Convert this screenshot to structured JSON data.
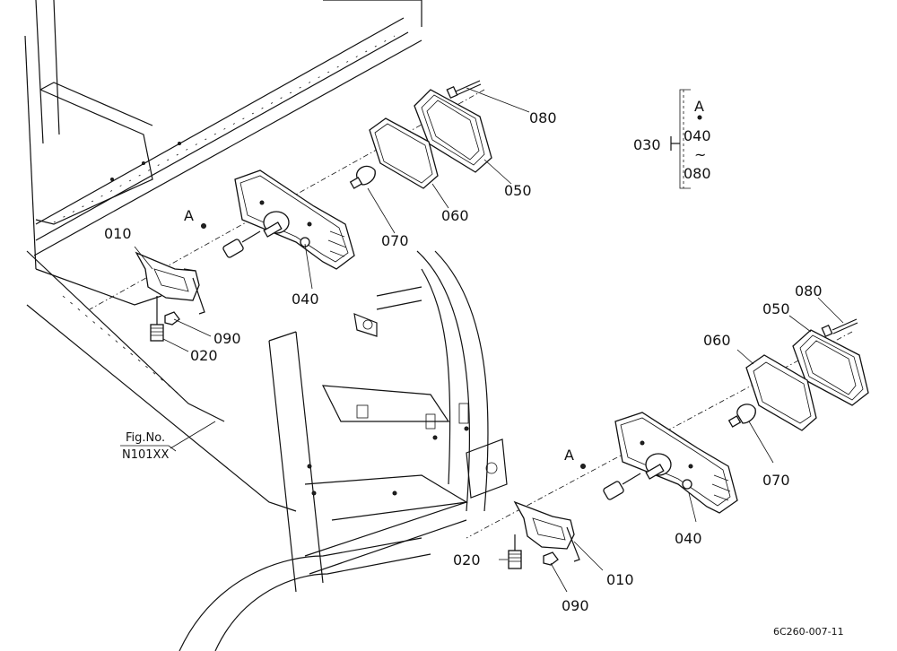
{
  "callouts": {
    "p010_left": "010",
    "p020_left": "020",
    "p040_left": "040",
    "p050_left": "050",
    "p060_left": "060",
    "p070_left": "070",
    "p080_left": "080",
    "p090_left": "090",
    "p010_right": "010",
    "p020_right": "020",
    "p040_right": "040",
    "p050_right": "050",
    "p060_right": "060",
    "p070_right": "070",
    "p080_right": "080",
    "p090_right": "090",
    "ref_a_left": "A",
    "ref_a_right": "A"
  },
  "assembly_note": {
    "part": "030",
    "ref": "A",
    "from": "040",
    "tilde": "~",
    "to": "080"
  },
  "figure_ref": {
    "label": "Fig.No.",
    "number": "N101XX"
  },
  "drawing_code": "6C260-007-11"
}
